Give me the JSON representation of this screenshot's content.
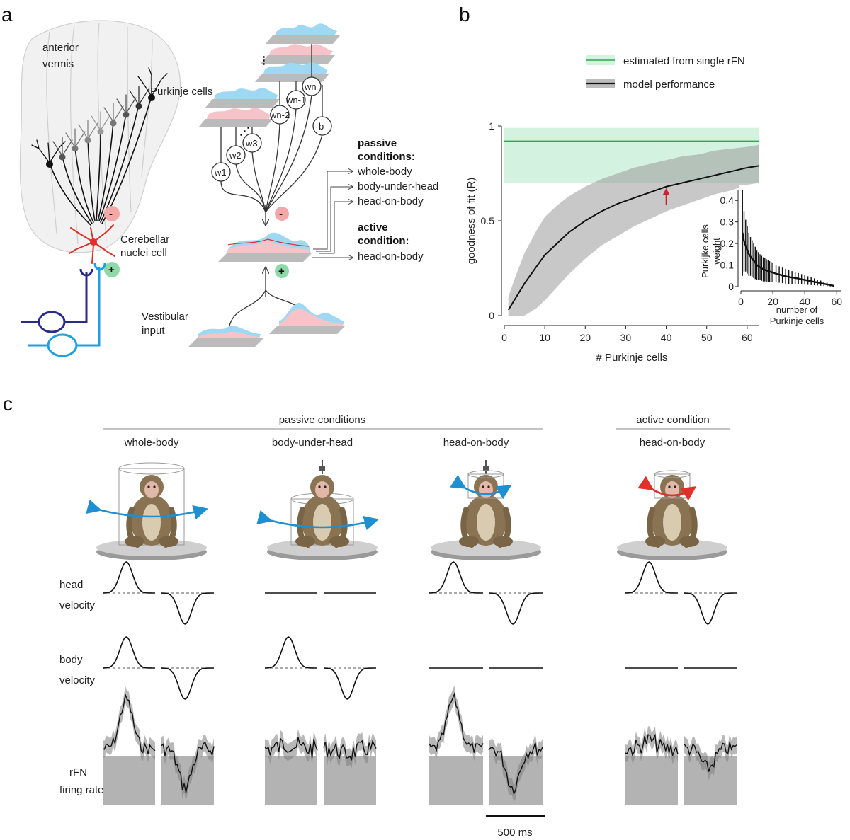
{
  "panels": {
    "a": "a",
    "b": "b",
    "c": "c"
  },
  "panel_a": {
    "anterior": "anterior",
    "vermis": "vermis",
    "purkinje_cells": "Purkinje cells",
    "cerebellar": "Cerebellar",
    "nuclei_cell": "nuclei cell",
    "vestibular": "Vestibular",
    "input": "input",
    "minus": "-",
    "plus": "+",
    "weights": [
      "w1",
      "w2",
      "w3",
      "wn-2",
      "wn-1",
      "wn"
    ],
    "bias": "b",
    "passive_conditions_1": "passive",
    "passive_conditions_2": "conditions:",
    "passive_list": [
      "whole-body",
      "body-under-head",
      "head-on-body"
    ],
    "active_condition_1": "active",
    "active_condition_2": "condition:",
    "active_list": [
      "head-on-body"
    ]
  },
  "panel_b": {
    "legend_green": "estimated from single rFN",
    "legend_black": "model performance",
    "inset_ylabel_1": "Purkijke cells",
    "inset_ylabel_2": "weight",
    "inset_xlabel_1": "number of",
    "inset_xlabel_2": "Purkinje cells"
  },
  "chart_data": [
    {
      "type": "line",
      "xlabel": "# Purkinje cells",
      "ylabel": "goodness of fit (R)",
      "xlim": [
        0,
        63
      ],
      "ylim": [
        0,
        1
      ],
      "xticks": [
        "0",
        "10",
        "20",
        "30",
        "40",
        "50",
        "60"
      ],
      "yticks": [
        "0",
        "0.5",
        "1"
      ],
      "legend": "top",
      "series": [
        {
          "name": "model performance",
          "x": [
            1,
            3,
            5,
            8,
            10,
            13,
            16,
            20,
            24,
            28,
            32,
            36,
            40,
            44,
            48,
            52,
            56,
            60,
            63
          ],
          "values": [
            0.03,
            0.1,
            0.17,
            0.26,
            0.32,
            0.38,
            0.44,
            0.5,
            0.55,
            0.59,
            0.62,
            0.65,
            0.68,
            0.7,
            0.72,
            0.74,
            0.76,
            0.78,
            0.79
          ],
          "lower": [
            0.0,
            0.0,
            0.0,
            0.04,
            0.08,
            0.15,
            0.22,
            0.3,
            0.37,
            0.42,
            0.47,
            0.51,
            0.55,
            0.58,
            0.61,
            0.64,
            0.66,
            0.69,
            0.7
          ],
          "upper": [
            0.1,
            0.22,
            0.33,
            0.45,
            0.52,
            0.58,
            0.63,
            0.68,
            0.72,
            0.75,
            0.78,
            0.8,
            0.82,
            0.84,
            0.85,
            0.87,
            0.88,
            0.89,
            0.9
          ],
          "color": "#111111"
        },
        {
          "name": "estimated from single rFN",
          "value": 0.92,
          "band": [
            0.7,
            0.99
          ],
          "color": "#2ea84a"
        }
      ],
      "marker": {
        "x": 40,
        "y": 0.68,
        "color": "#cc2233"
      }
    },
    {
      "type": "bar",
      "xlabel": "number of Purkinje cells",
      "ylabel": "Purkijke cells weight",
      "xlim": [
        0,
        63
      ],
      "ylim": [
        0,
        0.45
      ],
      "xticks": [
        "0",
        "20",
        "40",
        "60"
      ],
      "yticks": [
        "0",
        "0.1",
        "0.2",
        "0.3",
        "0.4"
      ],
      "rank": [
        1,
        2,
        3,
        4,
        5,
        6,
        7,
        8,
        9,
        10,
        11,
        12,
        13,
        14,
        15,
        16,
        17,
        18,
        19,
        20,
        22,
        24,
        26,
        28,
        30,
        32,
        34,
        36,
        38,
        40,
        42,
        44,
        46,
        48,
        50,
        52,
        54,
        56,
        58
      ],
      "values": [
        0.25,
        0.21,
        0.19,
        0.17,
        0.15,
        0.14,
        0.13,
        0.12,
        0.11,
        0.1,
        0.095,
        0.09,
        0.085,
        0.08,
        0.078,
        0.075,
        0.072,
        0.07,
        0.068,
        0.065,
        0.06,
        0.056,
        0.052,
        0.048,
        0.045,
        0.042,
        0.04,
        0.037,
        0.034,
        0.031,
        0.028,
        0.025,
        0.022,
        0.019,
        0.016,
        0.013,
        0.01,
        0.007,
        0.004
      ],
      "errors": [
        0.2,
        0.14,
        0.12,
        0.11,
        0.1,
        0.09,
        0.085,
        0.08,
        0.075,
        0.07,
        0.065,
        0.06,
        0.058,
        0.056,
        0.054,
        0.052,
        0.05,
        0.048,
        0.046,
        0.044,
        0.04,
        0.038,
        0.036,
        0.034,
        0.032,
        0.03,
        0.028,
        0.026,
        0.024,
        0.022,
        0.02,
        0.018,
        0.016,
        0.014,
        0.012,
        0.01,
        0.008,
        0.006,
        0.004
      ]
    }
  ],
  "panel_c": {
    "passive_header": "passive conditions",
    "active_header": "active condition",
    "columns": [
      "whole-body",
      "body-under-head",
      "head-on-body",
      "head-on-body"
    ],
    "row_head_1": "head",
    "row_head_2": "velocity",
    "row_body_1": "body",
    "row_body_2": "velocity",
    "row_rfn_1": "rFN",
    "row_rfn_2": "firing rate",
    "scale_bar": "500 ms",
    "arrow_colors": {
      "passive": "#1e8fd0",
      "active": "#e0302a"
    }
  }
}
